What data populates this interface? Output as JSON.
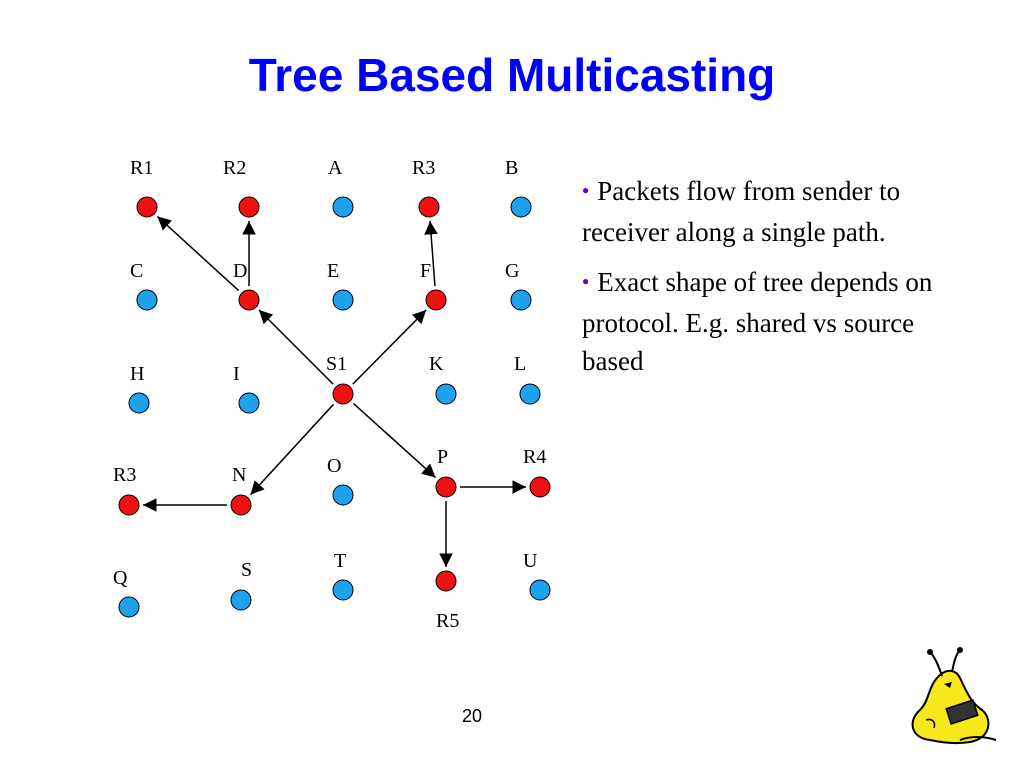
{
  "title": "Tree Based Multicasting",
  "colors": {
    "title": "#0000ff",
    "receiver_node": "#ee1111",
    "other_node": "#1fa2ee"
  },
  "diagram": {
    "nodes": [
      {
        "id": "R1",
        "label": "R1",
        "role": "receiver"
      },
      {
        "id": "R2",
        "label": "R2",
        "role": "receiver"
      },
      {
        "id": "A",
        "label": "A",
        "role": "other"
      },
      {
        "id": "R3a",
        "label": "R3",
        "role": "receiver"
      },
      {
        "id": "B",
        "label": "B",
        "role": "other"
      },
      {
        "id": "C",
        "label": "C",
        "role": "other"
      },
      {
        "id": "D",
        "label": "D",
        "role": "receiver"
      },
      {
        "id": "E",
        "label": "E",
        "role": "other"
      },
      {
        "id": "F",
        "label": "F",
        "role": "receiver"
      },
      {
        "id": "G",
        "label": "G",
        "role": "other"
      },
      {
        "id": "H",
        "label": "H",
        "role": "other"
      },
      {
        "id": "I",
        "label": "I",
        "role": "other"
      },
      {
        "id": "S1",
        "label": "S1",
        "role": "receiver"
      },
      {
        "id": "K",
        "label": "K",
        "role": "other"
      },
      {
        "id": "L",
        "label": "L",
        "role": "other"
      },
      {
        "id": "R3b",
        "label": "R3",
        "role": "receiver"
      },
      {
        "id": "N",
        "label": "N",
        "role": "receiver"
      },
      {
        "id": "O",
        "label": "O",
        "role": "other"
      },
      {
        "id": "P",
        "label": "P",
        "role": "receiver"
      },
      {
        "id": "R4",
        "label": "R4",
        "role": "receiver"
      },
      {
        "id": "Q",
        "label": "Q",
        "role": "other"
      },
      {
        "id": "S",
        "label": "S",
        "role": "other"
      },
      {
        "id": "T",
        "label": "T",
        "role": "other"
      },
      {
        "id": "R5",
        "label": "R5",
        "role": "receiver"
      },
      {
        "id": "U",
        "label": "U",
        "role": "other"
      }
    ],
    "edges": [
      {
        "from": "S1",
        "to": "D"
      },
      {
        "from": "D",
        "to": "R1"
      },
      {
        "from": "D",
        "to": "R2"
      },
      {
        "from": "S1",
        "to": "F"
      },
      {
        "from": "F",
        "to": "R3a"
      },
      {
        "from": "S1",
        "to": "N"
      },
      {
        "from": "N",
        "to": "R3b"
      },
      {
        "from": "S1",
        "to": "P"
      },
      {
        "from": "P",
        "to": "R4"
      },
      {
        "from": "P",
        "to": "R5"
      }
    ]
  },
  "bullets": [
    "Packets flow from sender to receiver along a single path.",
    "Exact shape of tree depends on protocol. E.g. shared vs source based"
  ],
  "page_number": "20",
  "mascot_icon": "banana-slug-mascot-icon"
}
